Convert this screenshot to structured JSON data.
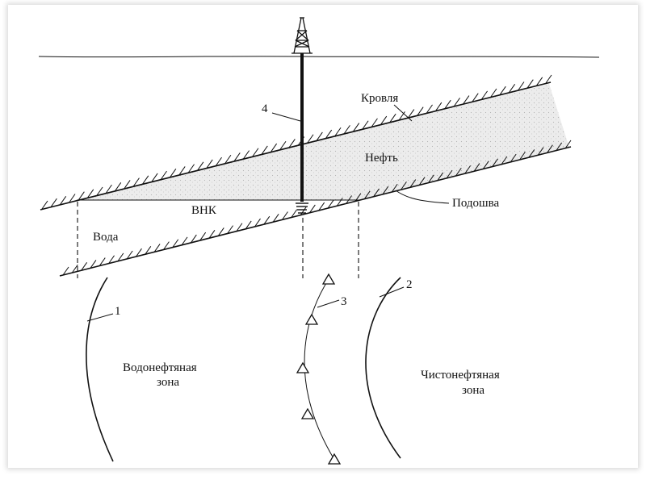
{
  "labels": {
    "roof": "Кровля",
    "oil": "Нефть",
    "owc": "ВНК",
    "sole": "Подошва",
    "water": "Вода",
    "water_oil_zone_line1": "Водонефтяная",
    "water_oil_zone_line2": "зона",
    "pure_oil_zone_line1": "Чистонефтяная",
    "pure_oil_zone_line2": "зона"
  },
  "callouts": {
    "well": "4",
    "curve_left": "1",
    "curve_right": "2",
    "curve_middle": "3"
  },
  "colors": {
    "ink": "#111111",
    "oil_fill": "#e6e6e6",
    "frame_shadow": "#d9d9d9"
  }
}
